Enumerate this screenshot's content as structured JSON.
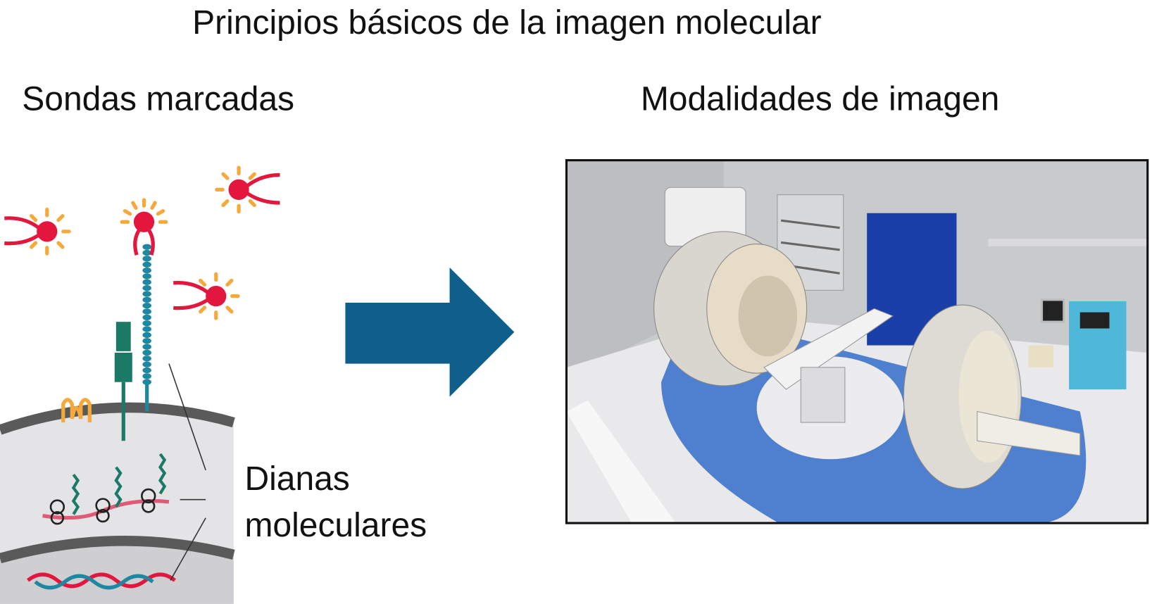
{
  "title": "Principios básicos de la imagen molecular",
  "left_heading": "Sondas marcadas",
  "right_heading": "Modalidades de imagen",
  "target_label_line1": "Dianas",
  "target_label_line2": "moleculares",
  "colors": {
    "probe": "#e3173e",
    "glow": "#f5a93a",
    "arrow": "#0e5f8c",
    "receptor": "#1a7a66",
    "chain": "#1f87a0",
    "membrane": "#5a5a5a",
    "cell": "#e4e4e6",
    "floor": "#4f7fcf",
    "door": "#1b3fa8"
  }
}
